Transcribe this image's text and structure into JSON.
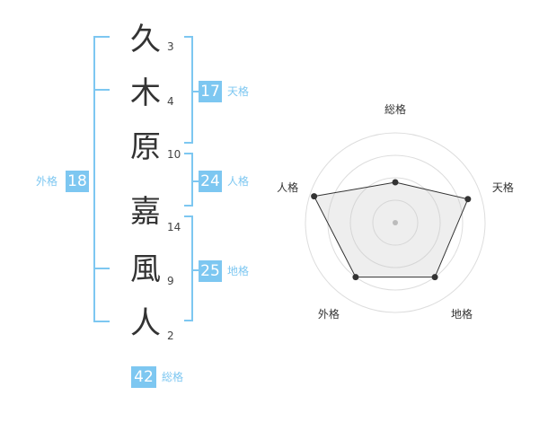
{
  "name_characters": [
    {
      "char": "久",
      "strokes": "3"
    },
    {
      "char": "木",
      "strokes": "4"
    },
    {
      "char": "原",
      "strokes": "10"
    },
    {
      "char": "嘉",
      "strokes": "14"
    },
    {
      "char": "風",
      "strokes": "9"
    },
    {
      "char": "人",
      "strokes": "2"
    }
  ],
  "fortunes": {
    "tenkaku": {
      "label": "天格",
      "value": "17"
    },
    "jinkaku": {
      "label": "人格",
      "value": "24"
    },
    "chikaku": {
      "label": "地格",
      "value": "25"
    },
    "gaikaku": {
      "label": "外格",
      "value": "18"
    },
    "soukaku": {
      "label": "総格",
      "value": "42"
    }
  },
  "colors": {
    "accent": "#7dc7f1",
    "text": "#333333"
  },
  "chart_data": {
    "type": "radar",
    "axes": [
      "総格",
      "天格",
      "地格",
      "外格",
      "人格"
    ],
    "values": [
      0.45,
      0.85,
      0.75,
      0.75,
      0.95
    ],
    "range": [
      0,
      1
    ],
    "grid": true,
    "rings": 4
  }
}
